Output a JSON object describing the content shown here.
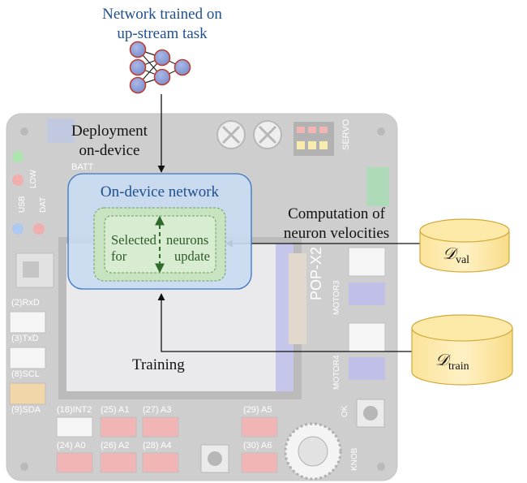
{
  "top_title": {
    "line1": "Network trained on",
    "line2": "up-stream task"
  },
  "labels": {
    "deployment_line1": "Deployment",
    "deployment_line2": "on-device",
    "on_device_network": "On-device network",
    "selected_left_line1": "Selected",
    "selected_left_line2": "for",
    "selected_right_line1": "neurons",
    "selected_right_line2": "update",
    "computation_line1": "Computation of",
    "computation_line2": "neuron velocities",
    "training": "Training"
  },
  "datasets": {
    "val": {
      "symbol": "𝒟",
      "subscript": "val"
    },
    "train": {
      "symbol": "𝒟",
      "subscript": "train"
    }
  },
  "board_labels": {
    "rxd": "(2)RxD",
    "txd": "(3)TxD",
    "scl": "(8)SCL",
    "sda": "(9)SDA",
    "int2": "(18)INT2",
    "a1": "(25) A1",
    "a3": "(27) A3",
    "a5": "(29) A5",
    "a0": "(24) A0",
    "a2": "(26) A2",
    "a4": "(28) A4",
    "a6": "(30) A6",
    "batt": "BATT",
    "usb": "USB",
    "dat": "DAT",
    "low": "LOW",
    "servo": "SERVO",
    "motor3": "MOTOR3",
    "motor4": "MOTOR4",
    "pop": "POP-X2",
    "ok": "OK",
    "knob": "KNOB"
  },
  "colors": {
    "network_box_fill": "#c9dcf2",
    "network_box_stroke": "#3b74c4",
    "selected_fill": "#c7e3c0",
    "selected_stroke": "#6aa05e",
    "arrow_green": "#2f6b2a",
    "cylinder_fill": "#fde9a8",
    "cylinder_stroke": "#d2a93a",
    "neuron_fill": "#8a9fd6",
    "neuron_stroke": "#c0392b",
    "title_blue": "#1f4f8f"
  }
}
